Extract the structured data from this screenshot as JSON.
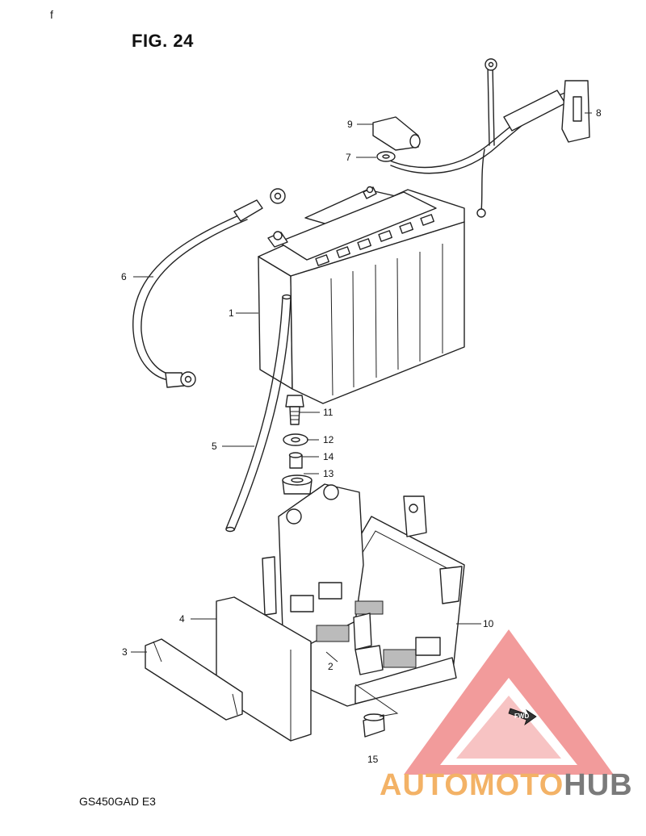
{
  "figure": {
    "title": "FIG. 24",
    "model_code": "GS450GAD  E3",
    "corner_mark": "f"
  },
  "watermark": {
    "brand_part1": "AUTOMOTO",
    "brand_part2": "HUB",
    "arrow_label": "FWD",
    "colors": {
      "triangle": "#f08a8a",
      "brand_orange": "#f3b266",
      "brand_gray": "#7a7a7a"
    }
  },
  "callouts": [
    {
      "id": "1",
      "label": "1"
    },
    {
      "id": "2",
      "label": "2"
    },
    {
      "id": "3",
      "label": "3"
    },
    {
      "id": "4",
      "label": "4"
    },
    {
      "id": "5",
      "label": "5"
    },
    {
      "id": "6",
      "label": "6"
    },
    {
      "id": "7",
      "label": "7"
    },
    {
      "id": "8",
      "label": "8"
    },
    {
      "id": "9",
      "label": "9"
    },
    {
      "id": "10",
      "label": "10"
    },
    {
      "id": "11",
      "label": "11"
    },
    {
      "id": "12",
      "label": "12"
    },
    {
      "id": "13",
      "label": "13"
    },
    {
      "id": "14",
      "label": "14"
    },
    {
      "id": "15",
      "label": "15"
    }
  ]
}
